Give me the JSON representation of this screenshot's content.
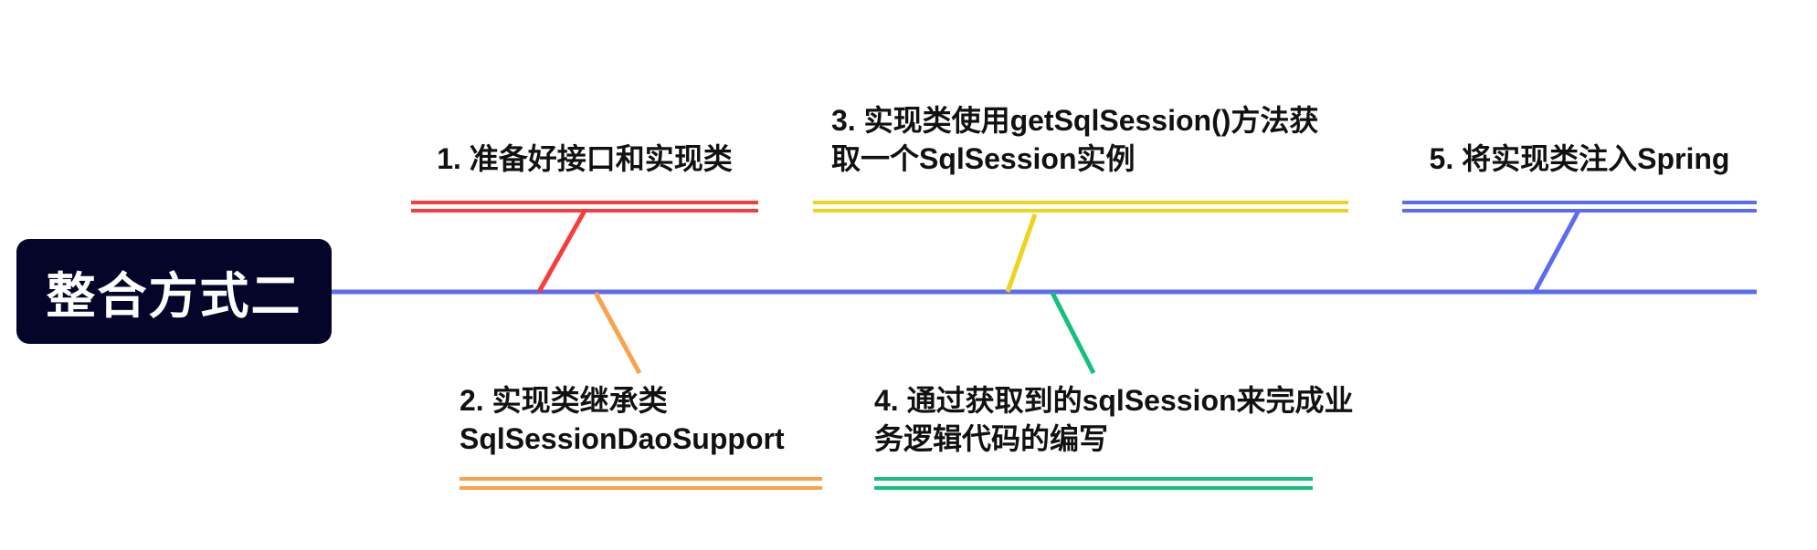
{
  "diagram": {
    "type": "mindmap",
    "background": "#ffffff"
  },
  "root": {
    "label": "整合方式二",
    "bg_color": "#05052a",
    "text_color": "#ffffff"
  },
  "spine": {
    "color": "#5b6cf2"
  },
  "branches": [
    {
      "id": "1",
      "position": "top",
      "color": "#f93b3b",
      "lines": [
        "1. 准备好接口和实现类"
      ]
    },
    {
      "id": "2",
      "position": "bottom",
      "color": "#f9a14b",
      "lines": [
        "2. 实现类继承类",
        "SqlSessionDaoSupport"
      ]
    },
    {
      "id": "3",
      "position": "top",
      "color": "#eed31f",
      "lines": [
        "3. 实现类使用getSqlSession()方法获",
        "取一个SqlSession实例"
      ]
    },
    {
      "id": "4",
      "position": "bottom",
      "color": "#14c07d",
      "lines": [
        "4. 通过获取到的sqlSession来完成业",
        "务逻辑代码的编写"
      ]
    },
    {
      "id": "5",
      "position": "top",
      "color": "#5b6cf2",
      "lines": [
        "5. 将实现类注入Spring"
      ]
    }
  ]
}
